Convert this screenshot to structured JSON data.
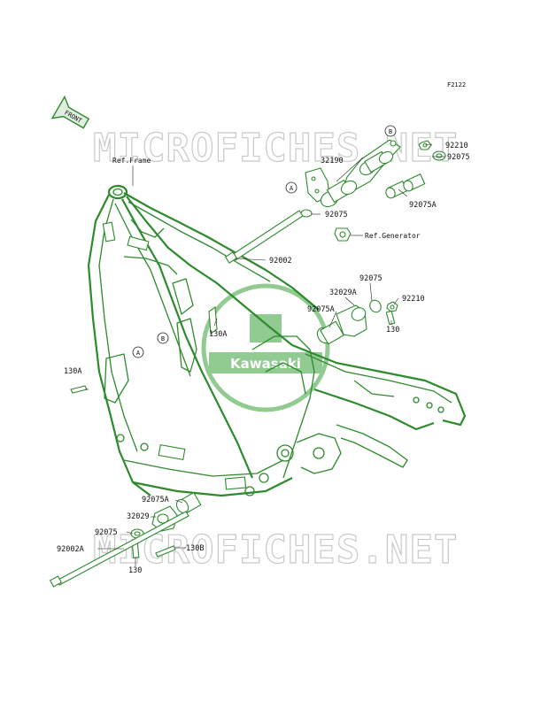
{
  "figure_code": "F2122",
  "front_arrow_label": "FRONT",
  "watermark_text": "MICROFICHES.NET",
  "logo_text": "Kawasaki",
  "callouts": {
    "a": "A",
    "b": "B"
  },
  "colors": {
    "line_art": "#2d8a2d",
    "logo_green": "#3aa13a",
    "watermark": "#c9c9c9",
    "label_text": "#111111"
  },
  "labels": {
    "ref_frame": "Ref.Frame",
    "ref_generator": "Ref.Generator",
    "p32190": "32190",
    "p92210_top": "92210",
    "p92075_top_right": "92075",
    "p92075_top_left": "92075",
    "p92075A_top": "92075A",
    "p92002": "92002",
    "p92075_mid": "92075",
    "p32029A": "32029A",
    "p92210_mid": "92210",
    "p92075A_mid": "92075A",
    "p130_mid": "130",
    "p130A_center": "130A",
    "p130A_left": "130A",
    "p92075A_low": "92075A",
    "p32029": "32029",
    "p92075_low": "92075",
    "p92002A": "92002A",
    "p130B": "130B",
    "p130_low": "130"
  }
}
